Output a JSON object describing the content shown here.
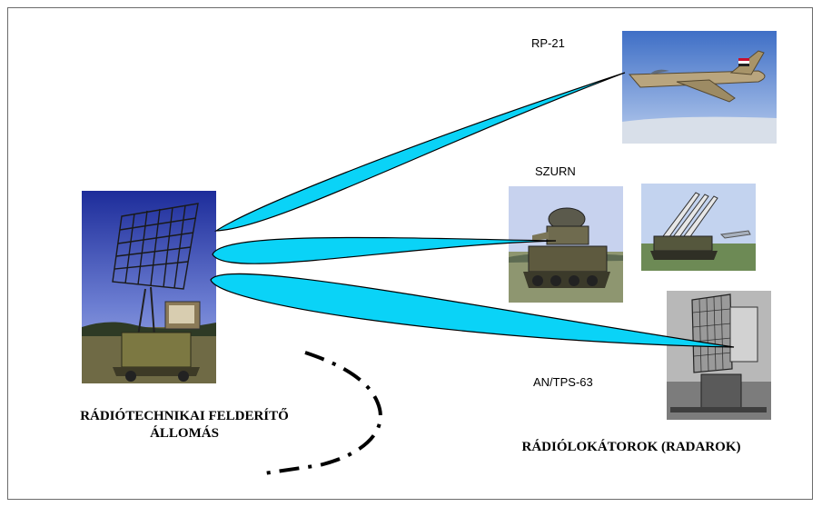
{
  "labels": {
    "target1": "RP-21",
    "target2": "SZURN",
    "target3": "AN/TPS-63"
  },
  "captions": {
    "station_line1": "RÁDIÓTECHNIKAI FELDERÍTŐ",
    "station_line2": "ÁLLOMÁS",
    "radars": "RÁDIÓLOKÁTOROK (RADAROK)"
  },
  "icons": {
    "station": "radar-station-photo",
    "target1": "mig-21-aircraft-photo",
    "target2": "szurn-radar-vehicle-photo",
    "target2b": "sam-launcher-photo",
    "target3": "an-tps-63-radar-photo"
  },
  "colors": {
    "beam_fill": "#0ad3f7",
    "beam_stroke": "#000000",
    "frame": "#6b6b6b"
  }
}
